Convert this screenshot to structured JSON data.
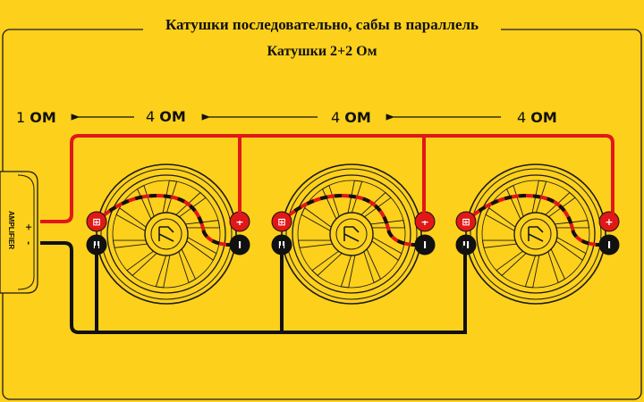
{
  "title": "Катушки последовательно, сабы в параллель",
  "subtitle": "Катушки 2+2 Ом",
  "impedance": {
    "total": {
      "value": "1",
      "unit": "ОМ"
    },
    "sub_1": {
      "value": "4",
      "unit": "ОМ"
    },
    "sub_2": {
      "value": "4",
      "unit": "ОМ"
    },
    "sub_3": {
      "value": "4",
      "unit": "ОМ"
    }
  },
  "amplifier": {
    "label": "AMPLIFIER",
    "plus": "+",
    "minus": "-"
  },
  "terminals": {
    "positive": "+",
    "negative": "I"
  },
  "colors": {
    "background": "#FDD01C",
    "positive_wire": "#E01818",
    "negative_wire": "#111111",
    "outline": "#1a1a1a"
  }
}
